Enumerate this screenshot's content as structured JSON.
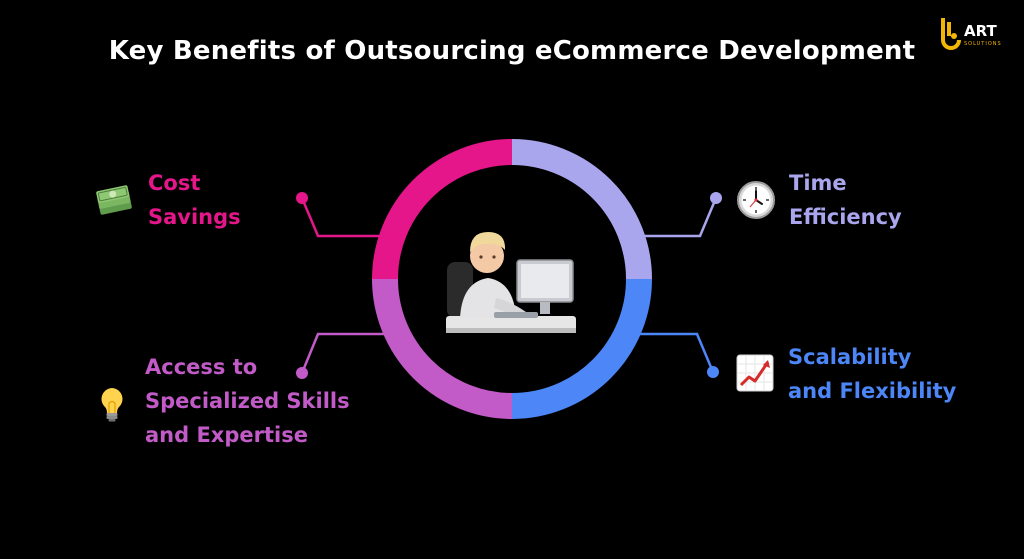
{
  "title": "Key Benefits of Outsourcing eCommerce Development",
  "logo": {
    "text": "ART",
    "sub": "SOLUTIONS",
    "accent": "#f2b705"
  },
  "benefits": [
    {
      "lines": [
        "Cost",
        "Savings"
      ],
      "color": "#e5158a",
      "icon": "money-stack-icon"
    },
    {
      "lines": [
        "Time",
        "Efficiency"
      ],
      "color": "#a9a6ee",
      "icon": "clock-icon"
    },
    {
      "lines": [
        "Access to",
        "Specialized Skills",
        "and Expertise"
      ],
      "color": "#c25bc8",
      "icon": "lightbulb-icon"
    },
    {
      "lines": [
        "Scalability",
        "and Flexibility"
      ],
      "color": "#4c86f7",
      "icon": "chart-increasing-icon"
    }
  ],
  "center_icon": "developer-at-computer-icon"
}
